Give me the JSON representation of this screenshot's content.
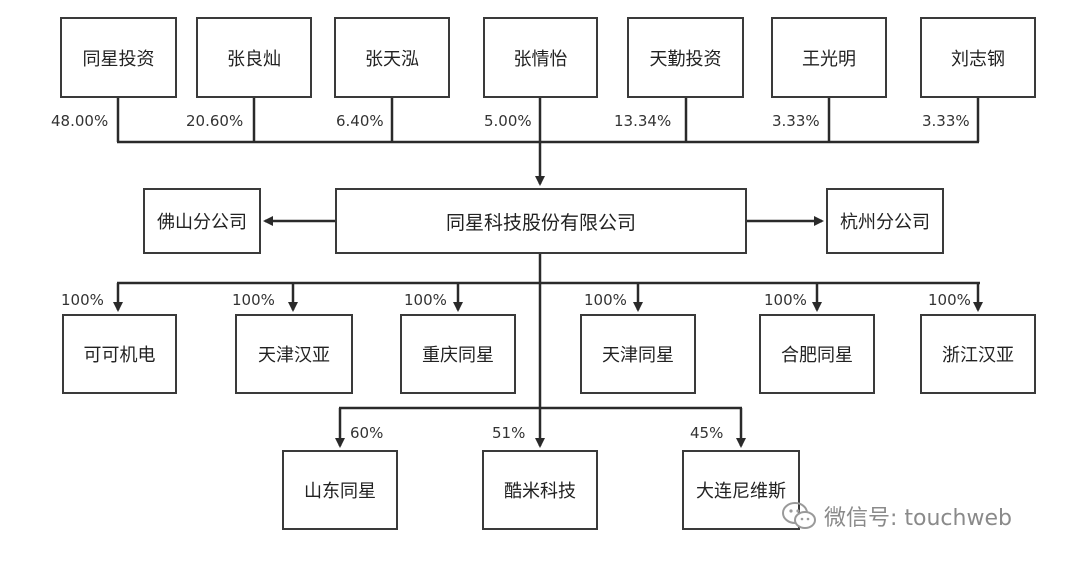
{
  "shareholders": [
    {
      "name": "同星投资",
      "pct": "48.00%"
    },
    {
      "name": "张良灿",
      "pct": "20.60%"
    },
    {
      "name": "张天泓",
      "pct": "6.40%"
    },
    {
      "name": "张情怡",
      "pct": "5.00%"
    },
    {
      "name": "天勤投资",
      "pct": "13.34%"
    },
    {
      "name": "王光明",
      "pct": "3.33%"
    },
    {
      "name": "刘志钢",
      "pct": "3.33%"
    }
  ],
  "company": "同星科技股份有限公司",
  "branches": {
    "left": "佛山分公司",
    "right": "杭州分公司"
  },
  "subsidiaries_wholly": [
    {
      "name": "可可机电",
      "pct": "100%"
    },
    {
      "name": "天津汉亚",
      "pct": "100%"
    },
    {
      "name": "重庆同星",
      "pct": "100%"
    },
    {
      "name": "天津同星",
      "pct": "100%"
    },
    {
      "name": "合肥同星",
      "pct": "100%"
    },
    {
      "name": "浙江汉亚",
      "pct": "100%"
    }
  ],
  "subsidiaries_partial": [
    {
      "name": "山东同星",
      "pct": "60%"
    },
    {
      "name": "酷米科技",
      "pct": "51%"
    },
    {
      "name": "大连尼维斯",
      "pct": "45%"
    }
  ],
  "watermark": {
    "text": "微信号: touchweb",
    "icon": "wechat-icon"
  }
}
